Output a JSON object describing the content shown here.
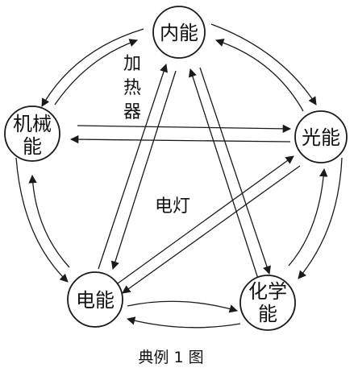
{
  "nodes": {
    "internal_energy": "内能",
    "mechanical_energy_line1": "机械",
    "mechanical_energy_line2": "能",
    "light_energy": "光能",
    "electrical_energy": "电能",
    "chemical_energy_line1": "化学",
    "chemical_energy_line2": "能"
  },
  "annotations": {
    "heater_1": "加",
    "heater_2": "热",
    "heater_3": "器",
    "lamp": "电灯"
  },
  "caption": "典例 1 图",
  "colors": {
    "ink": "#1a1a1a",
    "background": "#ffffff"
  }
}
